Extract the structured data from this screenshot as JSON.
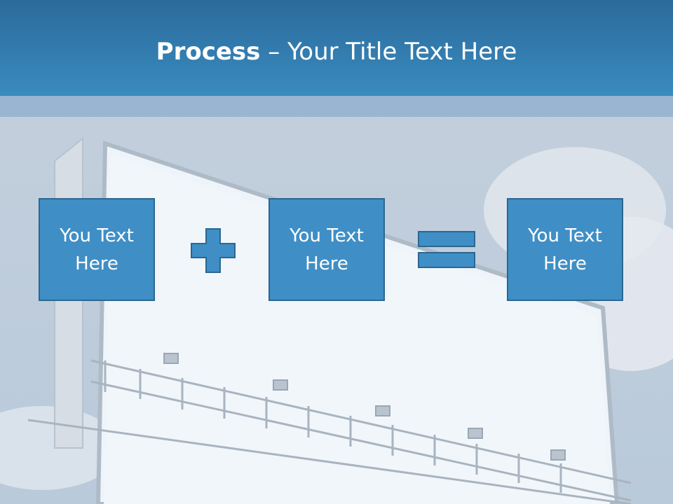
{
  "slide": {
    "title_bold": "Process",
    "title_dash": " – ",
    "title_rest": "Your Title Text Here"
  },
  "boxes": [
    {
      "text": "You Text Here"
    },
    {
      "text": "You Text Here"
    },
    {
      "text": "You Text Here"
    }
  ],
  "operators": [
    "plus-icon",
    "equals-icon"
  ],
  "colors": {
    "header": "#3a8bc0",
    "box_fill": "#3f8fc6",
    "box_border": "#2c6690",
    "text": "#ffffff"
  }
}
